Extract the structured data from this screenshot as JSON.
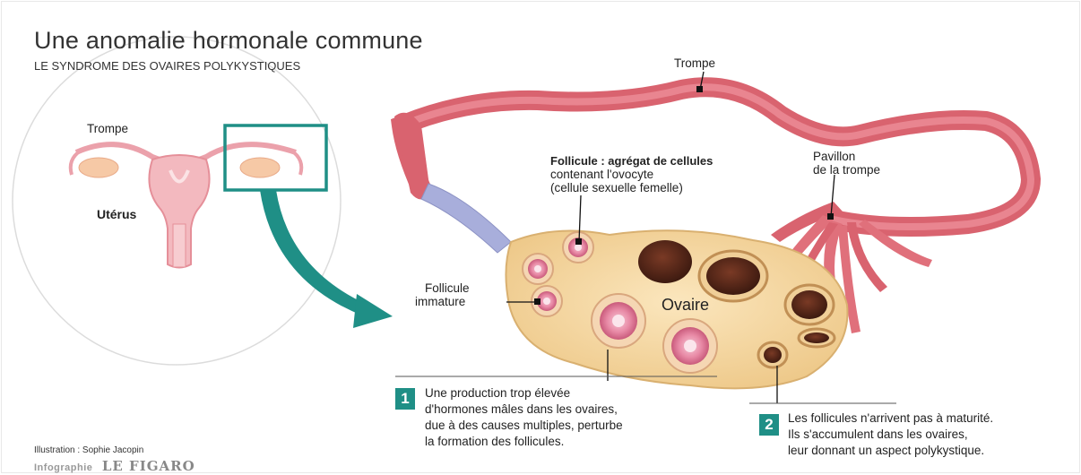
{
  "header": {
    "title": "Une anomalie hormonale commune",
    "subtitle": "LE SYNDROME DES OVAIRES POLYKYSTIQUES"
  },
  "inset": {
    "trompe_label": "Trompe",
    "uterus_label": "Utérus"
  },
  "labels": {
    "trompe": "Trompe",
    "pavillon_line1": "Pavillon",
    "pavillon_line2": "de la trompe",
    "follicule_line1": "Follicule : agrégat de cellules",
    "follicule_line2": "contenant l'ovocyte",
    "follicule_line3": "(cellule sexuelle femelle)",
    "immature_line1": "Follicule",
    "immature_line2": "immature",
    "ovaire": "Ovaire"
  },
  "notes": [
    {
      "number": "1",
      "lines": [
        "Une production trop élevée",
        "d'hormones mâles dans les ovaires,",
        "due à des causes multiples,  perturbe",
        "la formation des follicules."
      ]
    },
    {
      "number": "2",
      "lines": [
        "Les follicules n'arrivent pas à maturité.",
        "Ils s'accumulent dans les ovaires,",
        "leur donnant un aspect polykystique."
      ]
    }
  ],
  "credits": {
    "illustration": "Illustration : Sophie Jacopin",
    "infographie": "Infographie",
    "brand": "LE FIGARO"
  },
  "colors": {
    "accent": "#1f8f86",
    "tube": "#d9636f",
    "ovary": "#f3d49a",
    "follicle": "#e06a8c"
  }
}
